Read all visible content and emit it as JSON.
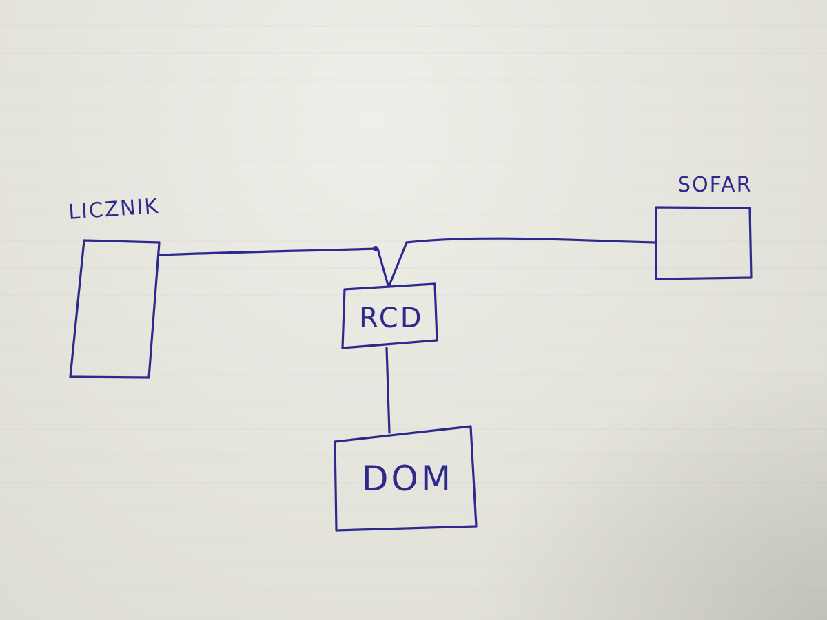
{
  "diagram": {
    "nodes": {
      "licznik": {
        "label": "LICZNIK"
      },
      "sofar": {
        "label": "SOFAR"
      },
      "rcd": {
        "label": "RCD"
      },
      "dom": {
        "label": "DOM"
      }
    },
    "connections": [
      {
        "from": "licznik",
        "to": "rcd"
      },
      {
        "from": "sofar",
        "to": "rcd"
      },
      {
        "from": "rcd",
        "to": "dom"
      }
    ],
    "ink_color": "#2d2a8c",
    "paper_color": "#e8e7e0"
  }
}
